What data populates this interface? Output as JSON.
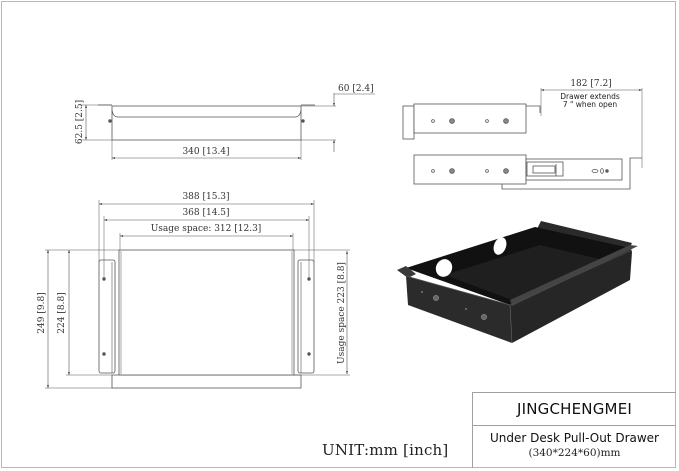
{
  "side_view": {
    "height_dim": "62.5 [2.5]",
    "length_dim": "340 [13.4]",
    "depth_dim": "60 [2.4]"
  },
  "slide_view": {
    "extension_dim": "182 [7.2]",
    "extension_note_line1": "Drawer extends",
    "extension_note_line2": "7 \" when open"
  },
  "top_view": {
    "outer_width_dim": "388 [15.3]",
    "mount_width_dim": "368 [14.5]",
    "usage_width_dim": "Usage space: 312 [12.3]",
    "outer_depth_dim": "249 [9.8]",
    "body_depth_dim": "224 [8.8]",
    "usage_depth_dim": "Usage space  223 [8.8]"
  },
  "product_render": {
    "description": "black metal under-desk drawer, 3/4 view",
    "color": "#1a1a1a"
  },
  "title_block": {
    "brand": "JINGCHENGMEI",
    "product_name": "Under Desk Pull-Out Drawer",
    "size": "(340*224*60)mm"
  },
  "unit_label": "UNIT:mm [inch]",
  "colors": {
    "line": "#555555",
    "border": "#b8b8b8",
    "text": "#222222"
  }
}
